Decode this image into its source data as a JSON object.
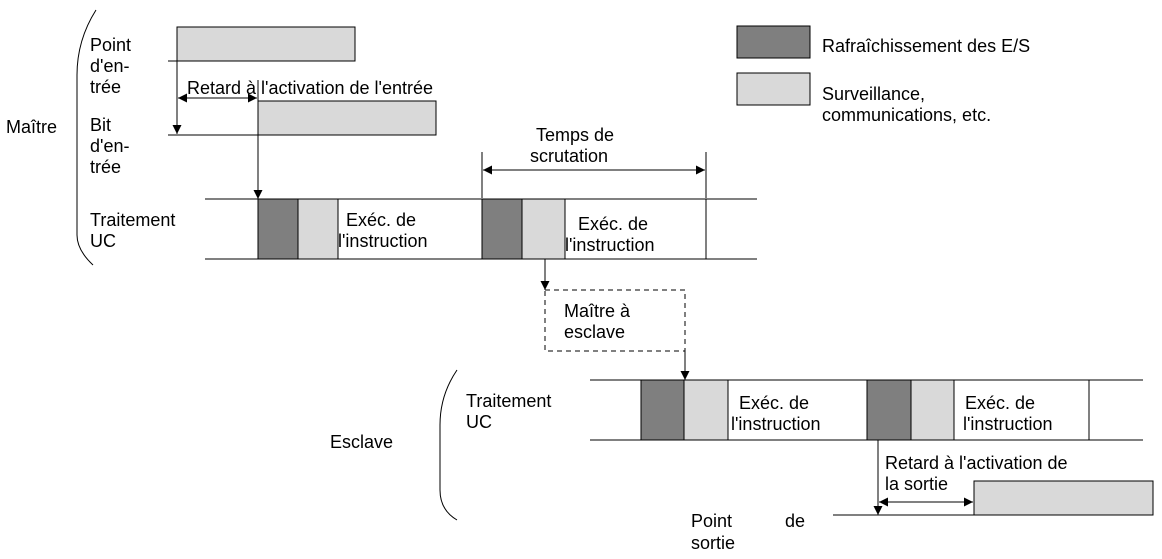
{
  "legend": {
    "io_refresh": "Rafraîchissement des E/S",
    "monitoring_line1": "Surveillance,",
    "monitoring_line2": "communications, etc.",
    "colors": {
      "io_refresh": "#7f7f7f",
      "monitoring": "#d9d9d9"
    }
  },
  "master": {
    "label": "Maître",
    "input_point": [
      "Point",
      "d'en-",
      "trée"
    ],
    "input_bit": [
      "Bit",
      "d'en-",
      "trée"
    ],
    "input_delay": "Retard à l'activation de l'entrée",
    "scan_time": [
      "Temps de",
      "scrutation"
    ],
    "cpu_processing": [
      "Traitement",
      "UC"
    ],
    "instruction_exec": [
      "Exéc. de",
      "l'instruction"
    ]
  },
  "transfer": [
    "Maître à",
    "esclave"
  ],
  "slave": {
    "label": "Esclave",
    "cpu_processing": [
      "Traitement",
      "UC"
    ],
    "instruction_exec": [
      "Exéc. de",
      "l'instruction"
    ],
    "output_delay": [
      "Retard à l'activation de",
      "la sortie"
    ],
    "output_point": [
      "Point",
      "de",
      "sortie"
    ]
  }
}
